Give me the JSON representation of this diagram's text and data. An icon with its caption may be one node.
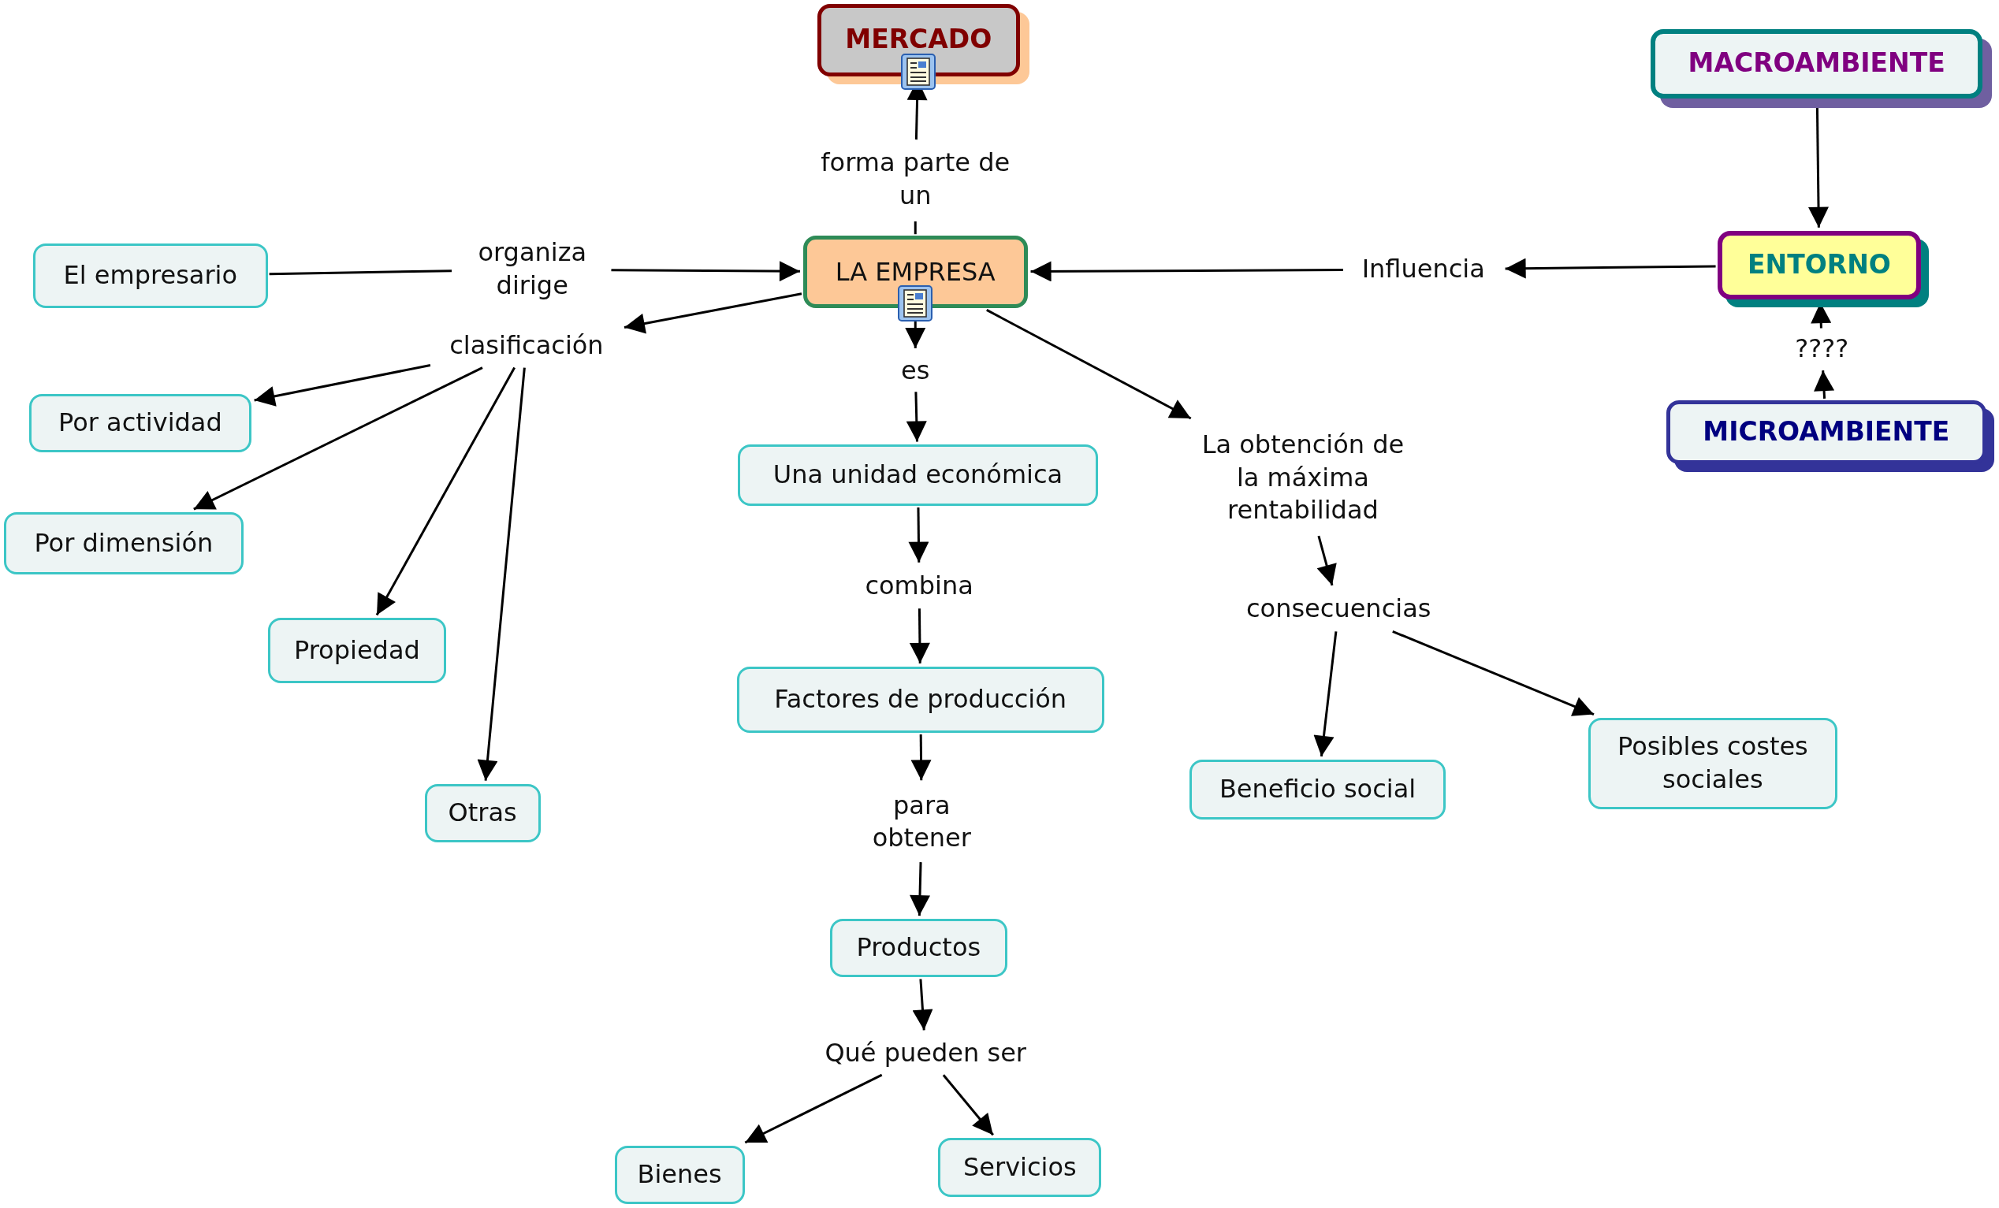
{
  "diagram": {
    "nodes": [
      {
        "text": [
          "MERCADO"
        ]
      },
      {
        "text": [
          "LA EMPRESA"
        ]
      },
      {
        "text": [
          "MACROAMBIENTE"
        ]
      },
      {
        "text": [
          "ENTORNO"
        ]
      },
      {
        "text": [
          "MICROAMBIENTE"
        ]
      },
      {
        "text": [
          "El empresario"
        ]
      },
      {
        "text": [
          "Por actividad"
        ]
      },
      {
        "text": [
          "Por dimensión"
        ]
      },
      {
        "text": [
          "Propiedad"
        ]
      },
      {
        "text": [
          "Otras"
        ]
      },
      {
        "text": [
          "Una unidad económica"
        ]
      },
      {
        "text": [
          "Factores de producción"
        ]
      },
      {
        "text": [
          "Productos"
        ]
      },
      {
        "text": [
          "Bienes"
        ]
      },
      {
        "text": [
          "Servicios"
        ]
      },
      {
        "text": [
          "Beneficio social"
        ]
      },
      {
        "text": [
          "Posibles costes sociales"
        ]
      },
      {
        "text": [
          "forma parte de un"
        ]
      },
      {
        "text": [
          "organiza dirige"
        ]
      },
      {
        "text": [
          "Influencia"
        ]
      },
      {
        "text": [
          "????"
        ]
      },
      {
        "text": [
          "clasificación"
        ]
      },
      {
        "text": [
          "es"
        ]
      },
      {
        "text": [
          "La obtención de la máxima rentabilidad"
        ]
      },
      {
        "text": [
          "combina"
        ]
      },
      {
        "text": [
          "consecuencias"
        ]
      },
      {
        "text": [
          "para obtener"
        ]
      },
      {
        "text": [
          "Qué pueden ser"
        ]
      }
    ],
    "edges": [
      {
        "from": 1,
        "to": 17,
        "arrow": "none"
      },
      {
        "from": 17,
        "to": 0,
        "arrow": "to"
      },
      {
        "from": 5,
        "to": 18,
        "arrow": "none"
      },
      {
        "from": 18,
        "to": 1,
        "arrow": "to"
      },
      {
        "from": 3,
        "to": 19,
        "arrow": "to"
      },
      {
        "from": 19,
        "to": 1,
        "arrow": "to"
      },
      {
        "from": 2,
        "to": 3,
        "arrow": "to"
      },
      {
        "from": 4,
        "to": 20,
        "arrow": "to"
      },
      {
        "from": 20,
        "to": 3,
        "arrow": "to"
      },
      {
        "from": 1,
        "to": 21,
        "arrow": "to"
      },
      {
        "from": 21,
        "to": 6,
        "arrow": "to"
      },
      {
        "from": 21,
        "to": 7,
        "arrow": "to"
      },
      {
        "from": 21,
        "to": 8,
        "arrow": "to"
      },
      {
        "from": 21,
        "to": 9,
        "arrow": "to"
      },
      {
        "from": 1,
        "to": 22,
        "arrow": "to"
      },
      {
        "from": 22,
        "to": 10,
        "arrow": "to"
      },
      {
        "from": 1,
        "to": 23,
        "arrow": "to"
      },
      {
        "from": 10,
        "to": 24,
        "arrow": "to"
      },
      {
        "from": 24,
        "to": 11,
        "arrow": "to"
      },
      {
        "from": 23,
        "to": 25,
        "arrow": "to"
      },
      {
        "from": 25,
        "to": 15,
        "arrow": "to"
      },
      {
        "from": 25,
        "to": 16,
        "arrow": "to"
      },
      {
        "from": 11,
        "to": 26,
        "arrow": "to"
      },
      {
        "from": 26,
        "to": 12,
        "arrow": "to"
      },
      {
        "from": 12,
        "to": 27,
        "arrow": "to"
      },
      {
        "from": 27,
        "to": 13,
        "arrow": "to"
      },
      {
        "from": 27,
        "to": 14,
        "arrow": "to"
      }
    ]
  }
}
